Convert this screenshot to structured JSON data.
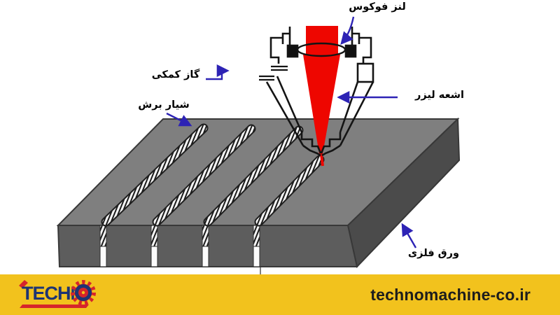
{
  "labels": {
    "focus_lens": "لنز فوکوس",
    "assist_gas": "گاز کمکی",
    "cut_groove": "شیار برش",
    "laser_beam": "اشعه لیزر",
    "metal_sheet": "ورق فلزی"
  },
  "diagram": {
    "beam_color": "#EE0600",
    "arrow_color": "#2D23B5",
    "sheet_top_color": "#7F7F7F",
    "sheet_front_color": "#5D5D5D",
    "sheet_side_color": "#4B4B4B",
    "outline_color": "#141414",
    "grooves_completed": 3,
    "grooves_in_progress": 1,
    "front_blocks": 5
  },
  "footer": {
    "logo_text": "TECHN",
    "website": "technomachine-co.ir",
    "bar_color": "#F2C21D",
    "logo_navy": "#1D3473",
    "logo_red": "#D6252B"
  }
}
